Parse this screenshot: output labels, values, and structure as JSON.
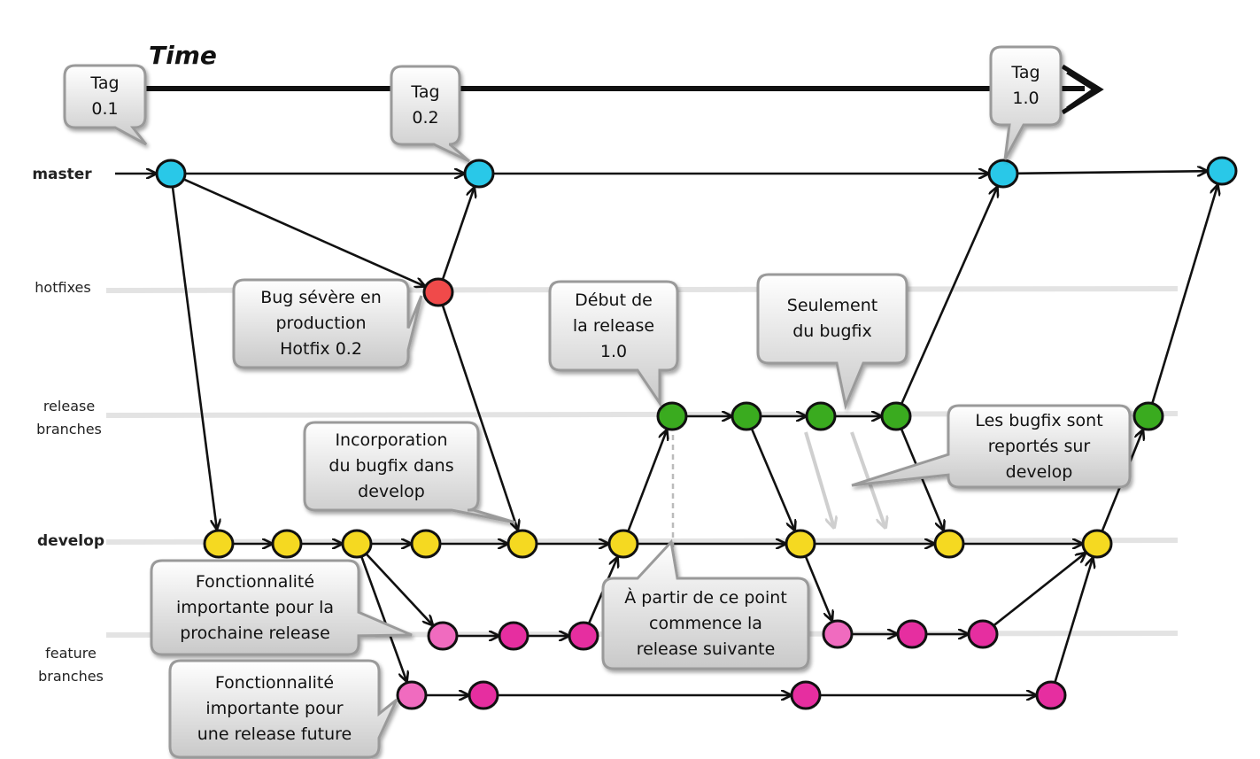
{
  "title": "Time",
  "lanes": {
    "master": "master",
    "hotfixes": "hotfixes",
    "release": "release\nbranches",
    "develop": "develop",
    "feature": "feature\nbranches"
  },
  "callouts": {
    "tag01": "Tag\n0.1",
    "tag02": "Tag\n0.2",
    "tag10": "Tag\n1.0",
    "hotfix": "Bug sévère  en\nproduction\nHotfix 0.2",
    "release_start": "Début de\nla release\n1.0",
    "bugfix_only": "Seulement\ndu bugfix",
    "incorporation": "Incorporation\ndu bugfix dans\ndevelop",
    "reported": "Les bugfix sont\nreportés  sur\ndevelop",
    "next_release": "À partir de ce point\ncommence la\nrelease suivante",
    "feature_next": "Fonctionnalité\nimportante pour la\nprochaine release",
    "feature_future": "Fonctionnalité\nimportante pour\nune release future"
  },
  "colors": {
    "master": "#29c8e8",
    "hotfix": "#f04a4a",
    "release": "#3aab1f",
    "develop": "#f5d921",
    "feature_light": "#f06bbf",
    "feature": "#e62ea0",
    "callout_fill": "#d4d4d4"
  }
}
